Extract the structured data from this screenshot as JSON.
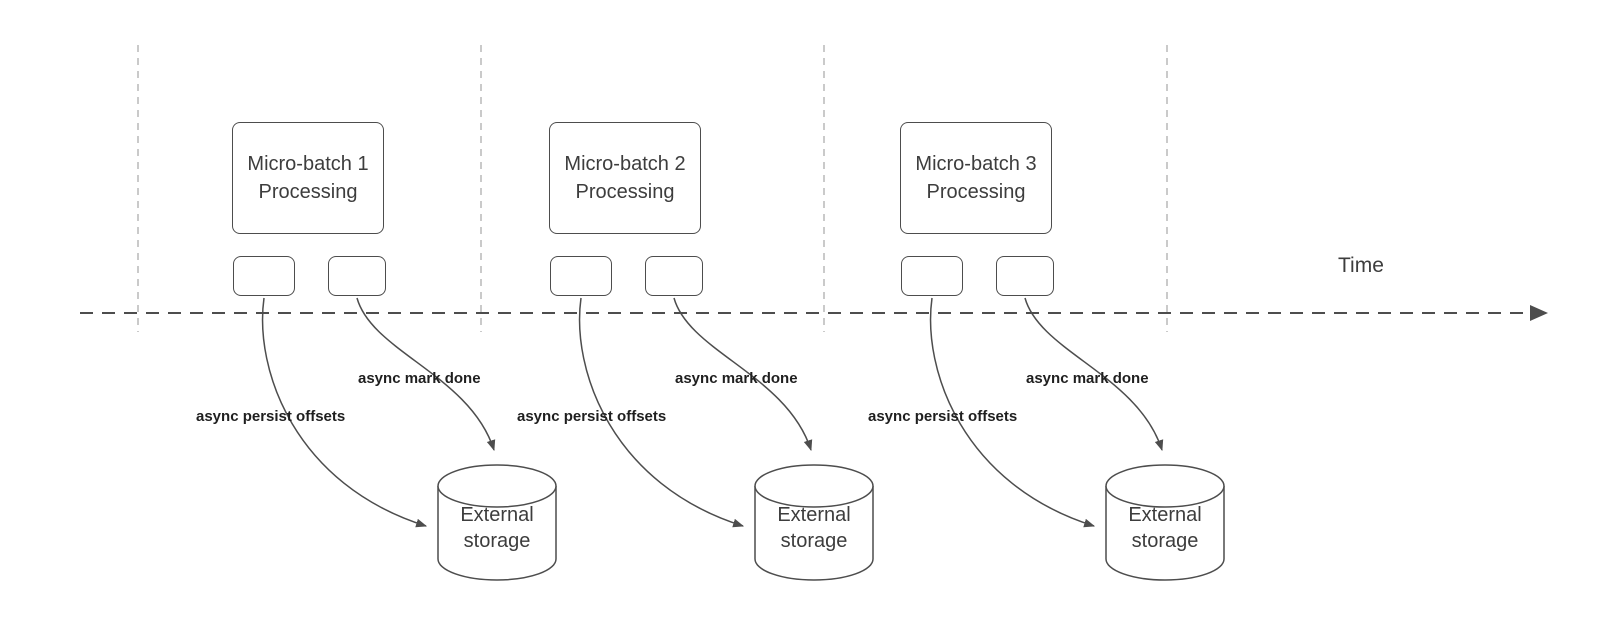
{
  "diagram": {
    "time_label": "Time",
    "groups": [
      {
        "batch_label": "Micro-batch 1\nProcessing",
        "persist_label": "async persist offsets",
        "mark_done_label": "async mark done",
        "storage_label": "External\nstorage"
      },
      {
        "batch_label": "Micro-batch 2\nProcessing",
        "persist_label": "async persist offsets",
        "mark_done_label": "async mark done",
        "storage_label": "External\nstorage"
      },
      {
        "batch_label": "Micro-batch 3\nProcessing",
        "persist_label": "async persist offsets",
        "mark_done_label": "async mark done",
        "storage_label": "External\nstorage"
      }
    ],
    "colors": {
      "stroke": "#4d4d4d",
      "guide": "#b8b8b8",
      "text": "#3d3d3d"
    }
  }
}
